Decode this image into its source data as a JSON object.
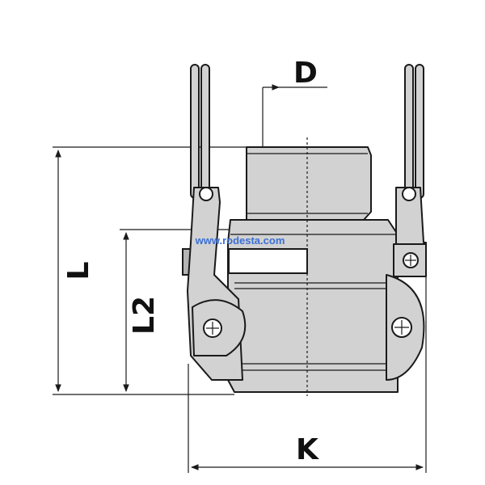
{
  "diagram": {
    "dimension_labels": {
      "d": "D",
      "l": "L",
      "l2": "L2",
      "k": "K"
    },
    "watermark": "www.rodesta.com",
    "colors": {
      "metal": "#d2d2d2",
      "metal_dark": "#b4b4b4",
      "line": "#1a1a1a",
      "watermark": "#3b6fd6"
    }
  }
}
